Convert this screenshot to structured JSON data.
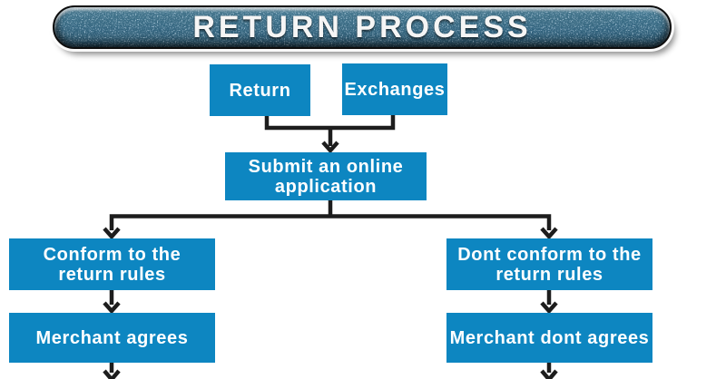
{
  "banner": {
    "title": "RETURN PROCESS"
  },
  "nodes": {
    "return": "Return",
    "exchanges": "Exchanges",
    "submit": "Submit an online\napplication",
    "conform": "Conform to the\nreturn rules",
    "dont_conform": "Dont conform to the\nreturn rules",
    "merchant_agrees": "Merchant agrees",
    "merchant_dont_agrees": "Merchant dont agrees"
  },
  "edges": [
    {
      "from": "return",
      "to": "submit"
    },
    {
      "from": "exchanges",
      "to": "submit"
    },
    {
      "from": "submit",
      "to": "conform"
    },
    {
      "from": "submit",
      "to": "dont_conform"
    },
    {
      "from": "conform",
      "to": "merchant_agrees"
    },
    {
      "from": "dont_conform",
      "to": "merchant_dont_agrees"
    },
    {
      "from": "merchant_agrees",
      "to": "continues-below"
    },
    {
      "from": "merchant_dont_agrees",
      "to": "continues-below"
    }
  ],
  "colors": {
    "node-bg": "#0d86c1",
    "node-text": "#ffffff",
    "connector": "#1d1d1d",
    "page-bg": "#ffffff"
  }
}
